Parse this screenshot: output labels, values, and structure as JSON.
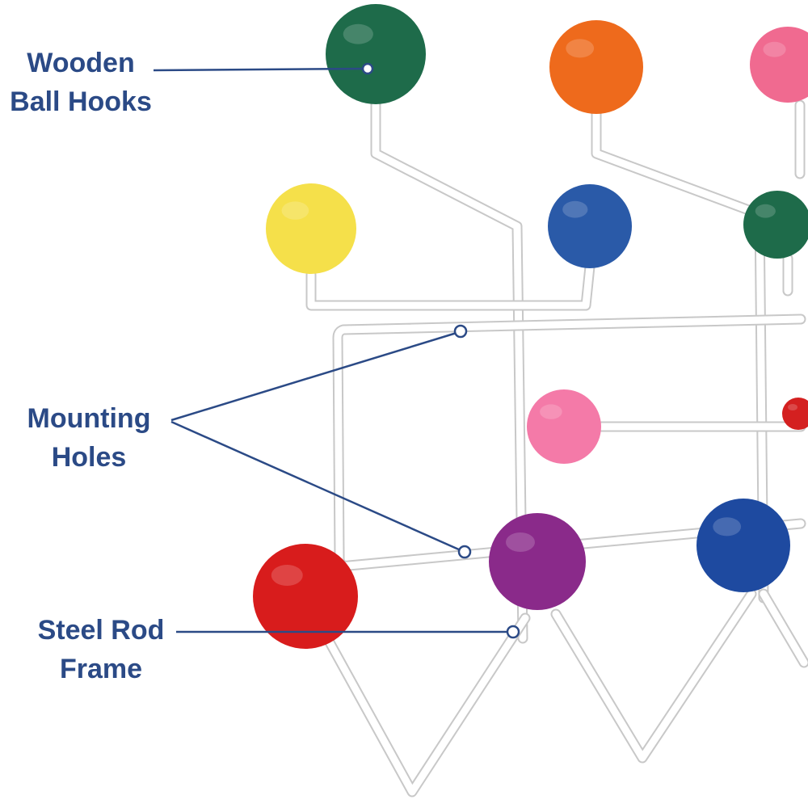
{
  "callouts": {
    "hooks": {
      "line1": "Wooden",
      "line2": "Ball Hooks"
    },
    "holes": {
      "line1": "Mounting",
      "line2": "Holes"
    },
    "frame": {
      "line1": "Steel Rod",
      "line2": "Frame"
    }
  },
  "colors": {
    "label": "#2b4a86",
    "rod": "#ffffff",
    "balls": [
      "#1e6b4a",
      "#ee6a1c",
      "#f06a90",
      "#f5e04a",
      "#2a5aa8",
      "#1e6b4a",
      "#f47aa8",
      "#d42020",
      "#8a2a8a",
      "#1e4aa0",
      "#d81c1c"
    ]
  }
}
